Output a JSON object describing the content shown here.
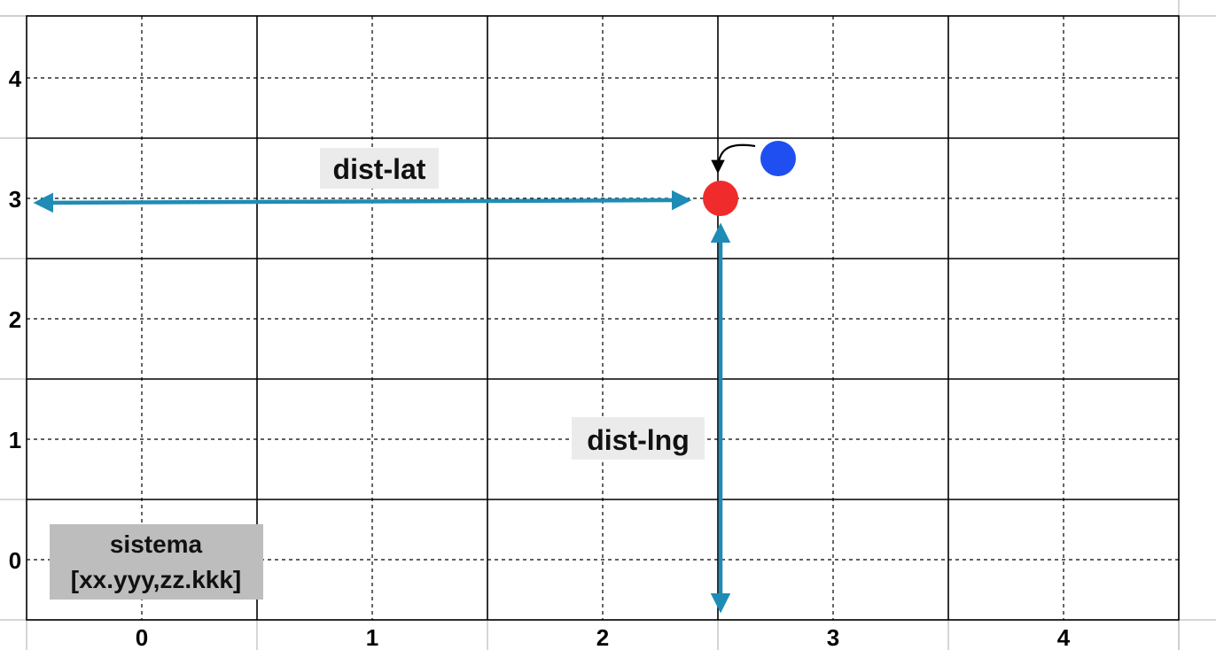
{
  "diagram": {
    "x_ticks": [
      "0",
      "1",
      "2",
      "3",
      "4"
    ],
    "y_ticks": [
      "4",
      "3",
      "2",
      "1",
      "0"
    ],
    "labels": {
      "dist_lat": "dist-lat",
      "dist_lng": "dist-lng",
      "sistema_line1": "sistema",
      "sistema_line2": "[xx.yyy,zz.kkk]"
    },
    "colors": {
      "arrow": "#1f8cb5",
      "red_point": "#f02b2b",
      "blue_point": "#1f4ff0",
      "label_bg": "#ebebeb",
      "sistema_bg": "#bdbdbd",
      "grid_solid": "#000000",
      "grid_dashed": "#000000",
      "outer_grid": "#c8c8c8"
    },
    "icons": [
      "red-point-marker",
      "blue-point-marker",
      "curved-arrow-icon"
    ]
  }
}
